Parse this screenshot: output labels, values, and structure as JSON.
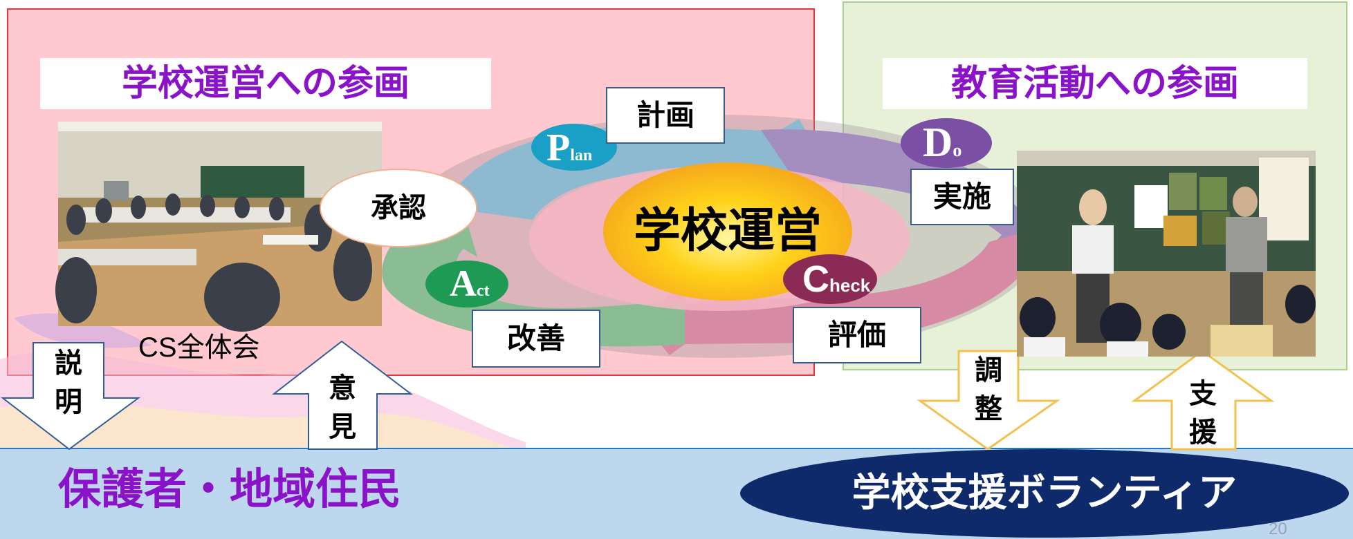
{
  "left_heading": "学校運営への参画",
  "right_heading": "教育活動への参画",
  "left_photo_caption": "CS全体会",
  "cycle": {
    "center": "学校運営",
    "plan": {
      "badge_big": "P",
      "badge_small": "lan",
      "label": "計画"
    },
    "do": {
      "badge_big": "D",
      "badge_small": "o",
      "label": "実施"
    },
    "check": {
      "badge_big": "C",
      "badge_small": "heck",
      "label": "評価"
    },
    "act": {
      "badge_big": "A",
      "badge_small": "ct",
      "label": "改善"
    },
    "approval": "承認"
  },
  "arrows": {
    "explain": [
      "説",
      "明"
    ],
    "opinion": [
      "意",
      "見"
    ],
    "adjust": [
      "調",
      "整"
    ],
    "support": [
      "支",
      "援"
    ]
  },
  "bottom": {
    "left": "保護者・地域住民",
    "right": "学校支援ボランティア",
    "page_number": "20"
  },
  "colors": {
    "heading_purple": "#8a12c8",
    "plan_blue": "#1a9fc6",
    "do_purple": "#7b4fa3",
    "check_maroon": "#8b2a55",
    "act_green": "#1f9a55",
    "volunteer_navy": "#0e2a6b"
  }
}
